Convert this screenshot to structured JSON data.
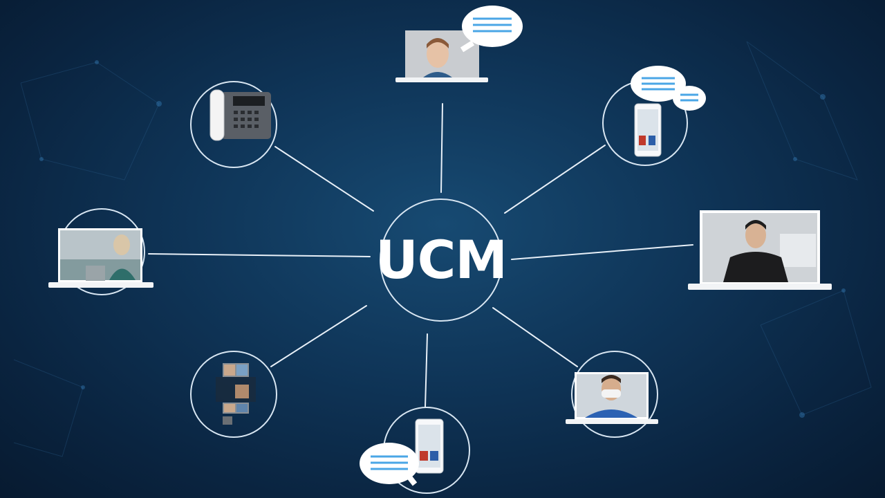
{
  "hub": {
    "label": "UCM"
  },
  "devices": [
    {
      "id": "laptop-top-video",
      "kind": "laptop with video call and chat"
    },
    {
      "id": "smartphone-top-right",
      "kind": "smartphone with chat"
    },
    {
      "id": "laptop-right-video",
      "kind": "laptop with video call"
    },
    {
      "id": "laptop-bottom-right-video",
      "kind": "laptop with video call"
    },
    {
      "id": "smartphone-bottom",
      "kind": "smartphone with chat"
    },
    {
      "id": "tablet-bottom-left",
      "kind": "multi-party video tiles"
    },
    {
      "id": "laptop-left-video",
      "kind": "laptop with video call"
    },
    {
      "id": "desk-phone-top-left",
      "kind": "desk phone"
    }
  ],
  "colors": {
    "background": "#0f3558",
    "lines": "#e8f0f8",
    "bubble_lines": "#4aa6e6"
  }
}
